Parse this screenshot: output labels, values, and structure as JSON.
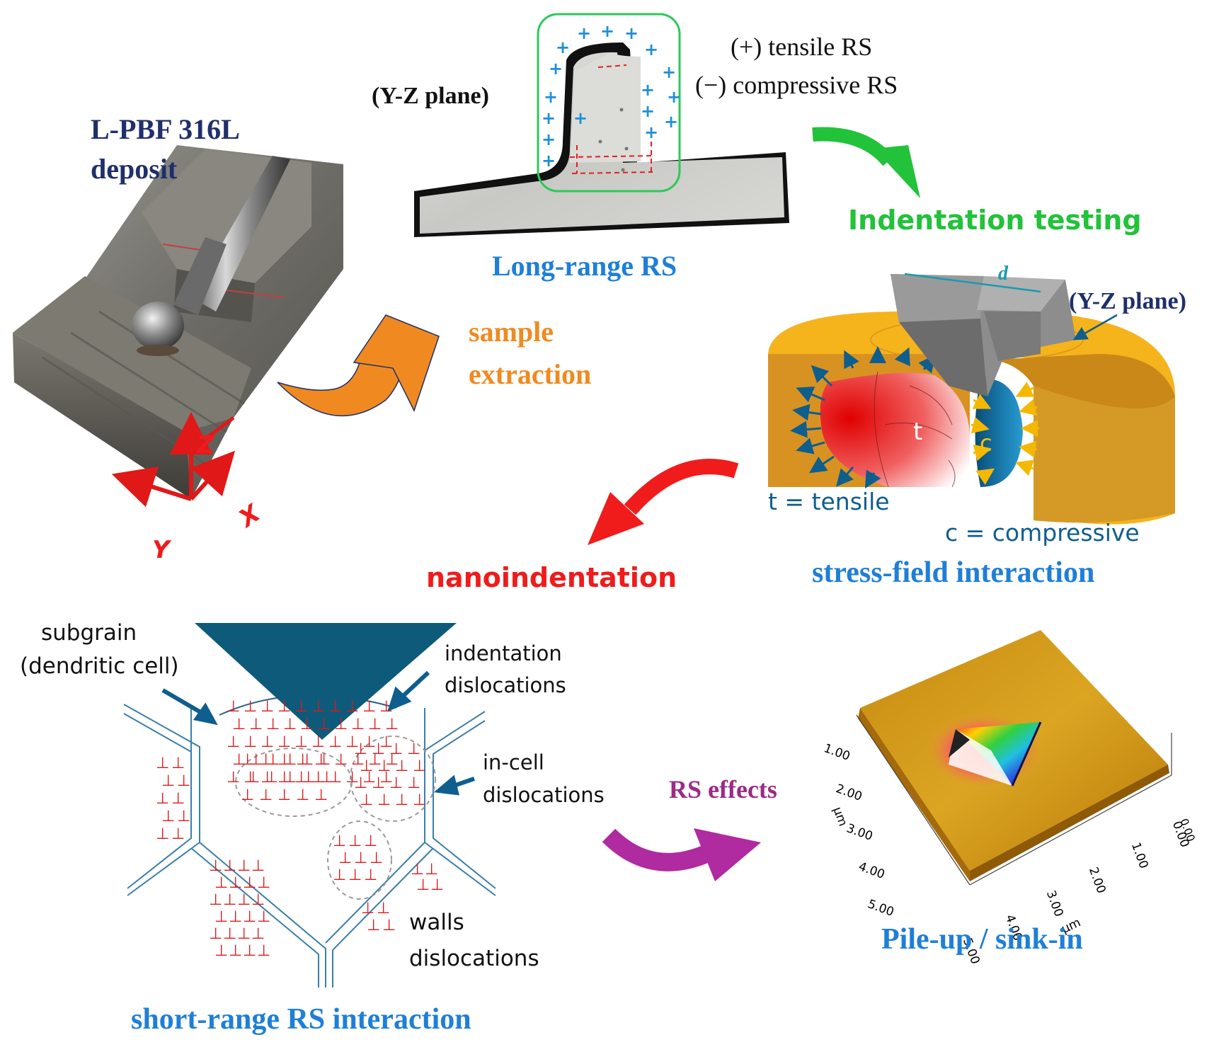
{
  "deposit": {
    "line1": "L-PBF 316L",
    "line2": "deposit"
  },
  "axes": {
    "z": "Z",
    "x": "X",
    "y": "Y"
  },
  "sample_extraction": {
    "line1": "sample",
    "line2": "extraction"
  },
  "long_range": {
    "plane": "(Y-Z plane)",
    "legend_tensile": "(+) tensile RS",
    "legend_compressive": "(−) compressive RS",
    "caption": "Long-range RS"
  },
  "indentation_testing": "Indentation testing",
  "stress_field": {
    "d_label": "d",
    "plane": "(Y-Z plane)",
    "t_label": "t",
    "c_label": "c",
    "legend_t": "t = tensile",
    "legend_c": "c = compressive",
    "caption": "stress-field interaction"
  },
  "nanoindentation": "nanoindentation",
  "short_range": {
    "subgrain_line1": "subgrain",
    "subgrain_line2": "(dendritic cell)",
    "indent_line1": "indentation",
    "indent_line2": "dislocations",
    "incell_line1": "in-cell",
    "incell_line2": "dislocations",
    "walls_line1": "walls",
    "walls_line2": "dislocations",
    "caption": "short-range RS interaction"
  },
  "rs_effects": "RS effects",
  "afm": {
    "y_ticks": [
      "1.00",
      "2.00",
      "3.00",
      "4.00",
      "5.00"
    ],
    "x_ticks": [
      "0.00",
      "1.00",
      "2.00",
      "3.00",
      "4.00",
      "5.00"
    ],
    "y_unit": "µm",
    "x_unit": "µm",
    "z_tick": "0.00",
    "caption": "Pile-up / sink-in"
  },
  "colors": {
    "navy": "#1f2f6b",
    "blue": "#1e7fd8",
    "green": "#22c23a",
    "orange": "#f08a20",
    "red": "#ee1c1c",
    "purple": "#9c2a86",
    "teal": "#0e5e8e"
  }
}
